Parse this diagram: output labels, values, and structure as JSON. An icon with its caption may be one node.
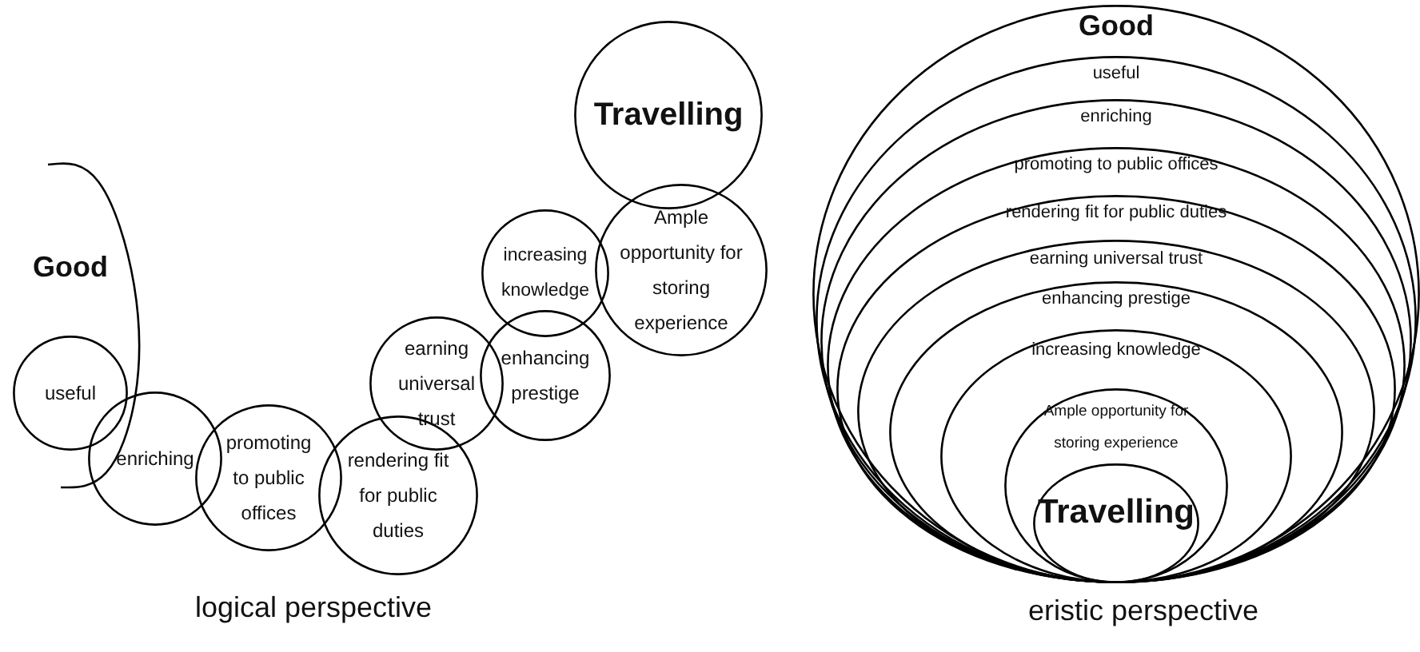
{
  "diagram": {
    "nodes": [
      {
        "text": [
          "Good"
        ]
      },
      {
        "text": [
          "useful"
        ]
      },
      {
        "text": [
          "enriching"
        ]
      },
      {
        "text": [
          "promoting to public offices"
        ]
      },
      {
        "text": [
          "rendering fit for public duties"
        ]
      },
      {
        "text": [
          "earning universal trust"
        ]
      },
      {
        "text": [
          "enhancing prestige"
        ]
      },
      {
        "text": [
          "increasing knowledge"
        ]
      },
      {
        "text": [
          "Ample opportunity for storing experience"
        ]
      },
      {
        "text": [
          "Travelling"
        ]
      },
      {
        "text": [
          "Good"
        ]
      },
      {
        "text": [
          "useful"
        ],
        "in": 10
      },
      {
        "text": [
          "enriching"
        ],
        "in": 11
      },
      {
        "text": [
          "promoting to public offices"
        ],
        "in": 12
      },
      {
        "text": [
          "rendering fit for public duties"
        ],
        "in": 13
      },
      {
        "text": [
          "earning universal trust"
        ],
        "in": 14
      },
      {
        "text": [
          "enhancing prestige"
        ],
        "in": 15
      },
      {
        "text": [
          "increasing knowledge"
        ],
        "in": 16
      },
      {
        "text": [
          "Ample opportunity for storing experience"
        ],
        "in": 17
      },
      {
        "text": [
          "Travelling"
        ],
        "in": 18
      }
    ],
    "labels": [
      "logical perspective",
      "eristic perspective"
    ]
  }
}
